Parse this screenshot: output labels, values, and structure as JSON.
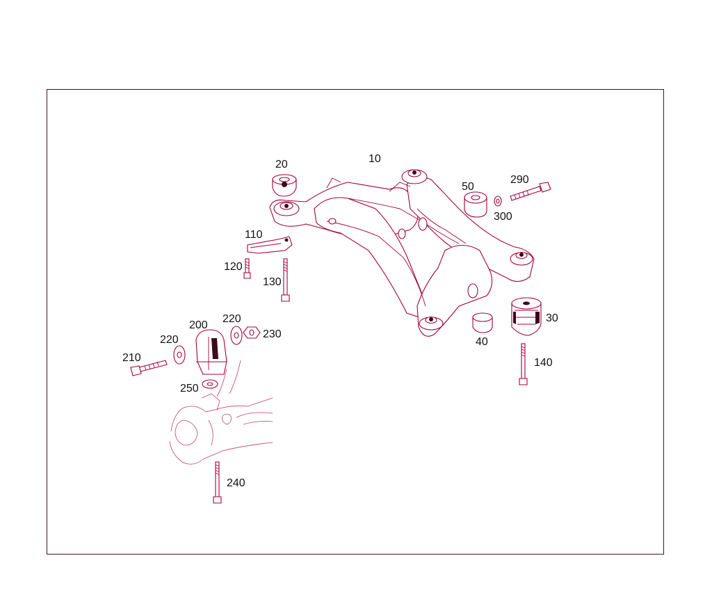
{
  "colors": {
    "line": "#a3003c",
    "frame": "#4a1020",
    "text": "#111111",
    "background": "#ffffff"
  },
  "callouts": {
    "p10": "10",
    "p20": "20",
    "p30": "30",
    "p40": "40",
    "p50": "50",
    "p110": "110",
    "p120": "120",
    "p130": "130",
    "p140": "140",
    "p200": "200",
    "p210": "210",
    "p220a": "220",
    "p220b": "220",
    "p230": "230",
    "p240": "240",
    "p250": "250",
    "p290": "290",
    "p300": "300"
  }
}
